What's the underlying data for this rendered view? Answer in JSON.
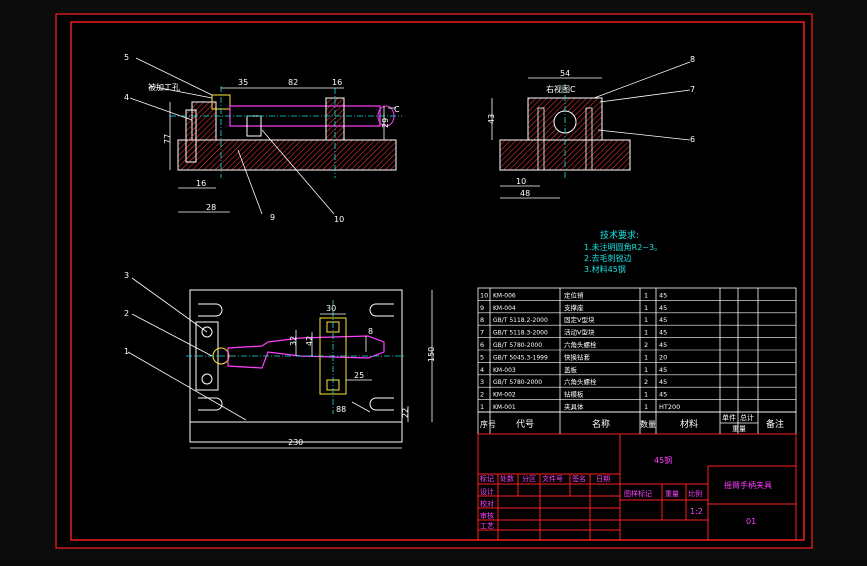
{
  "colors": {
    "background": "#000000",
    "outer_bg": "#0d0d0d",
    "border": "#ff2020",
    "dim": "#ffffff",
    "hatch": "#ff3b3b",
    "magenta": "#ff40ff",
    "cyan": "#19e0e0",
    "part": "#ffffff",
    "yellow": "#ffe733"
  },
  "front_view": {
    "dims": [
      "35",
      "82",
      "16",
      "77",
      "16",
      "28",
      "29"
    ],
    "labels": [
      "被加工孔",
      "C"
    ],
    "callouts": [
      "5",
      "4",
      "9",
      "10"
    ]
  },
  "side_view": {
    "title": "右视图C",
    "dims": [
      "54",
      "43",
      "10",
      "48"
    ],
    "callouts": [
      "8",
      "7",
      "6"
    ]
  },
  "top_view": {
    "dims": [
      "30",
      "42",
      "32",
      "8",
      "25",
      "88",
      "22",
      "150",
      "230"
    ],
    "callouts": [
      "3",
      "2",
      "1"
    ]
  },
  "tech_requirements": {
    "title": "技术要求:",
    "items": [
      "1.未注明圆角R2~3。",
      "2.去毛刺锐边",
      "3.材料45钢"
    ]
  },
  "bom": {
    "rows": [
      {
        "no": "10",
        "code": "KM-006",
        "name": "定位销",
        "qty": "1",
        "material": "45"
      },
      {
        "no": "9",
        "code": "KM-004",
        "name": "支撑座",
        "qty": "1",
        "material": "45"
      },
      {
        "no": "8",
        "code": "GB/T 5118.2-2000",
        "name": "固定V型块",
        "qty": "1",
        "material": "45"
      },
      {
        "no": "7",
        "code": "GB/T 5118.3-2000",
        "name": "活动V型块",
        "qty": "1",
        "material": "45"
      },
      {
        "no": "6",
        "code": "GB/T 5780-2000",
        "name": "六角头螺栓",
        "qty": "2",
        "material": "45"
      },
      {
        "no": "5",
        "code": "GB/T 5045.3-1999",
        "name": "快换钻套",
        "qty": "1",
        "material": "20"
      },
      {
        "no": "4",
        "code": "KM-003",
        "name": "盖板",
        "qty": "1",
        "material": "45"
      },
      {
        "no": "3",
        "code": "GB/T 5780-2000",
        "name": "六角头螺栓",
        "qty": "2",
        "material": "45"
      },
      {
        "no": "2",
        "code": "KM-002",
        "name": "钻模板",
        "qty": "1",
        "material": "45"
      },
      {
        "no": "1",
        "code": "KM-001",
        "name": "夹具体",
        "qty": "1",
        "material": "HT200"
      }
    ],
    "header": {
      "no": "序号",
      "code": "代号",
      "name": "名称",
      "qty": "数量",
      "material": "材料",
      "unit": "单件",
      "total": "总计",
      "weight": "重量",
      "remark": "备注"
    }
  },
  "title_block": {
    "material": "45钢",
    "drawing_name": "摇臂手柄夹具",
    "scale_label": "比例",
    "scale": "1:2",
    "stage_label": "图样标记",
    "weight_label": "重量",
    "sheet": "01",
    "labels": [
      "标记",
      "处数",
      "分区",
      "文件号",
      "签名",
      "日期"
    ],
    "roles": [
      "设计",
      "校对",
      "审核",
      "工艺"
    ]
  }
}
